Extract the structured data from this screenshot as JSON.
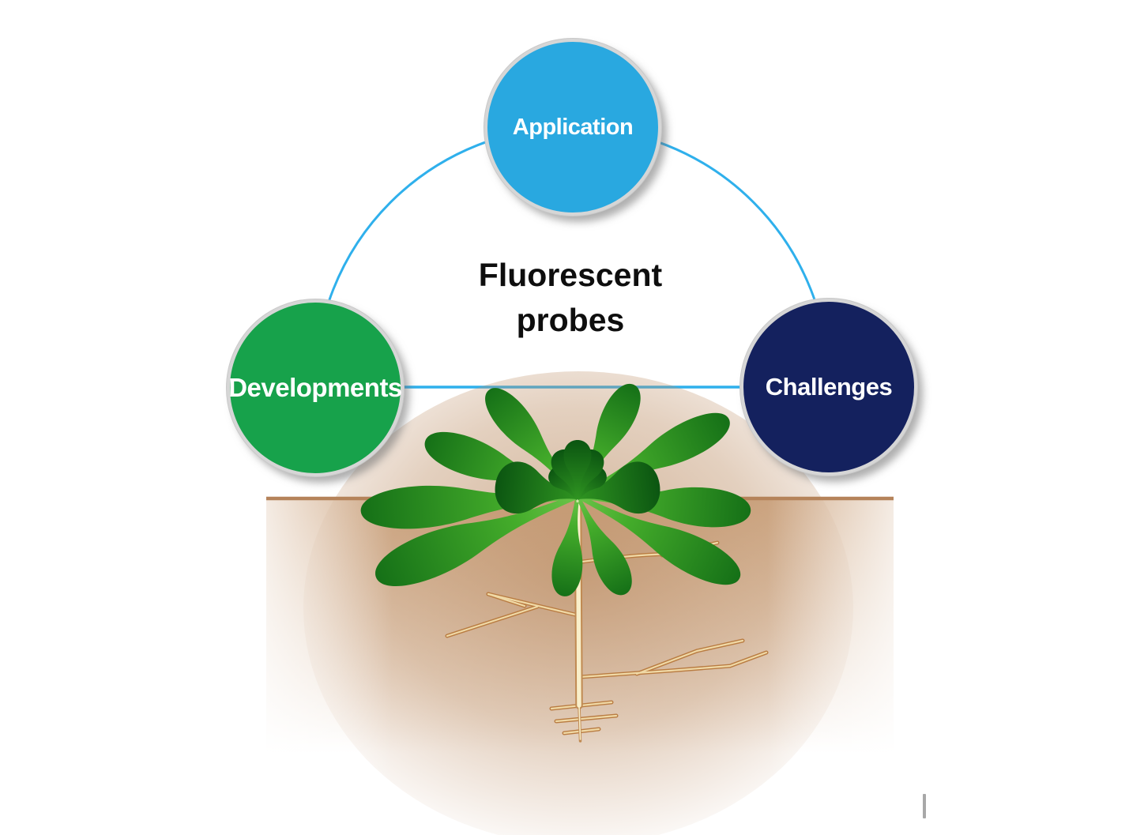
{
  "figure": {
    "title": {
      "line1": "Fluorescent",
      "line2": "probes"
    },
    "nodes": [
      {
        "id": "application",
        "label": "Application",
        "color": "#29a8e0"
      },
      {
        "id": "developments",
        "label": "Developments",
        "color": "#17a24b"
      },
      {
        "id": "challenges",
        "label": "Challenges",
        "color": "#14215e"
      }
    ],
    "connector": {
      "color": "#2fb0ec",
      "shape": "semicircular-arc-with-chord"
    },
    "illustration": {
      "subject": "arabidopsis-rosette-plant-with-taproot-in-soil",
      "soil_line_color": "#b5835a",
      "soil_color": "#cfa884",
      "leaf_green_bright": "#6cc44a",
      "leaf_green_dark": "#157017",
      "root_outline_color": "#b97c42",
      "root_core_color": "#f8edc8"
    },
    "artifact_cursor_color": "#a8a8a8"
  }
}
